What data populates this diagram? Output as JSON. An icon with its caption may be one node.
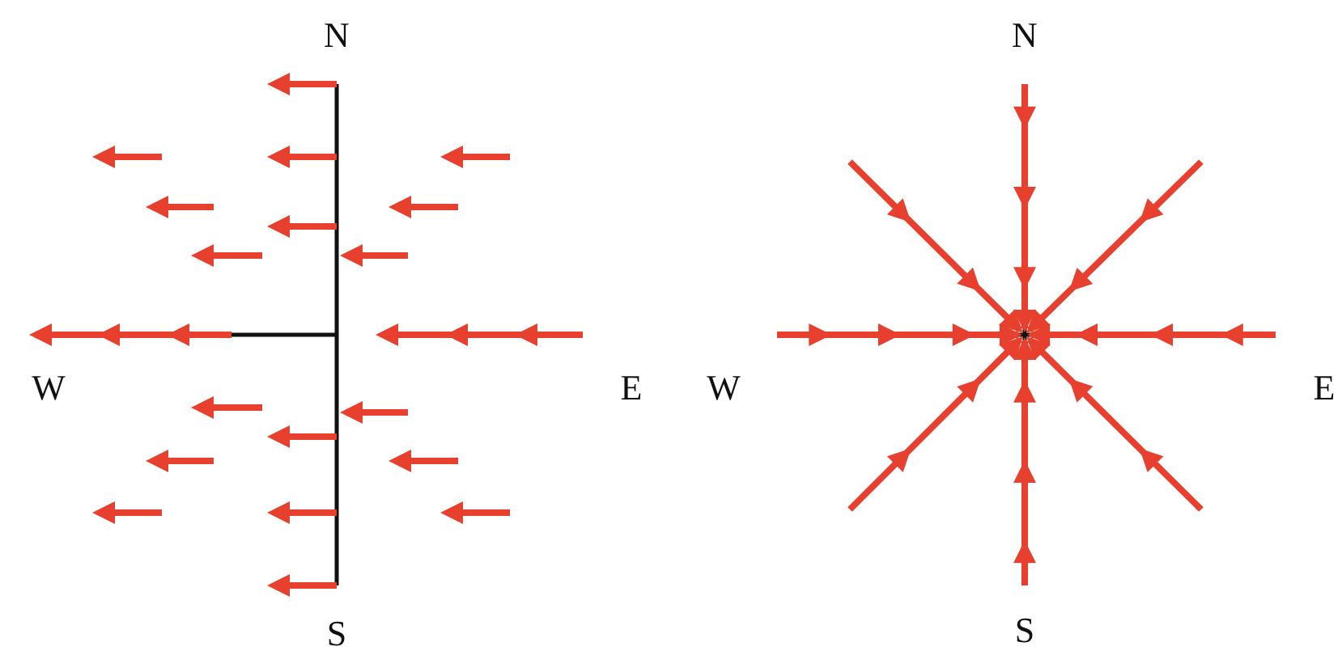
{
  "diagram": {
    "labels": [
      "N",
      "W",
      "E",
      "S",
      "N",
      "W",
      "E",
      "S"
    ]
  }
}
